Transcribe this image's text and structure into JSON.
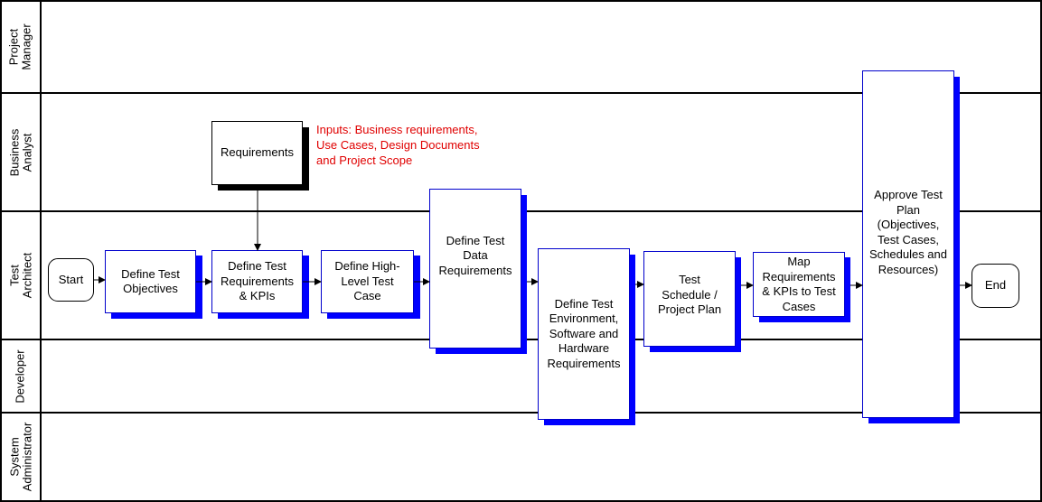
{
  "lanes": [
    {
      "label": "Project\nManager"
    },
    {
      "label": "Business\nAnalyst"
    },
    {
      "label": "Test\nArchitect"
    },
    {
      "label": "Developer"
    },
    {
      "label": "System\nAdministrator"
    }
  ],
  "nodes": {
    "start": "Start",
    "requirements": "Requirements",
    "define_test_objectives": "Define Test\nObjectives",
    "define_test_requirements_kpis": "Define Test\nRequirements\n& KPIs",
    "define_high_level_test_case": "Define High-\nLevel Test\nCase",
    "define_test_data_requirements": "Define Test\nData\nRequirements",
    "define_test_environment": "Define Test\nEnvironment,\nSoftware and\nHardware\nRequirements",
    "test_schedule_project_plan": "Test\nSchedule /\nProject Plan",
    "map_requirements_kpis": "Map\nRequirements\n& KPIs to Test\nCases",
    "approve_test_plan": "Approve Test\nPlan\n(Objectives,\nTest Cases,\nSchedules and\nResources)",
    "end": "End"
  },
  "note": {
    "text": "Inputs: Business requirements,\nUse Cases, Design Documents\nand Project Scope",
    "color": "#e00000"
  },
  "colors": {
    "shadow_black": "#000000",
    "shadow_blue": "#0000ff",
    "lines": "#000000"
  }
}
